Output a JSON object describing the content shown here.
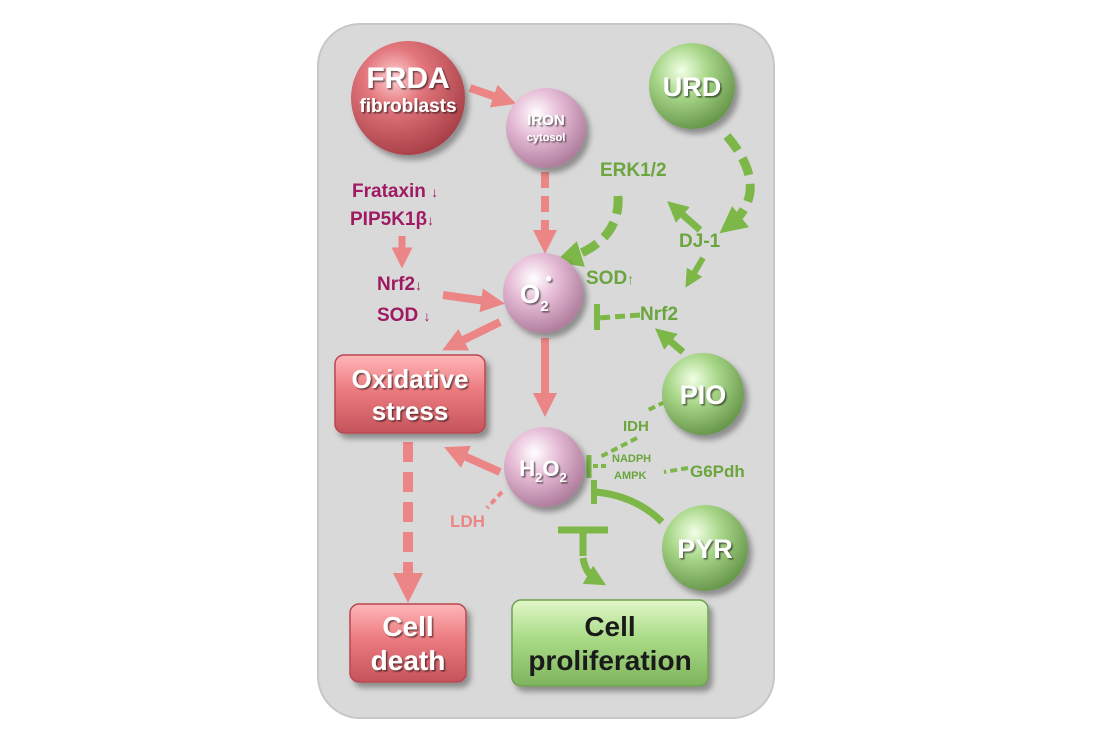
{
  "nodes": {
    "frda": {
      "line1": "FRDA",
      "line2": "fibroblasts"
    },
    "iron": {
      "line1": "IRON",
      "line2": "cytosol"
    },
    "urd": {
      "label": "URD"
    },
    "pio": {
      "label": "PIO"
    },
    "pyr": {
      "label": "PYR"
    },
    "superoxide": {
      "base": "O",
      "sub": "2",
      "sup": "•"
    },
    "peroxide": {
      "part1": "H",
      "sub1": "2",
      "part2": "O",
      "sub2": "2"
    }
  },
  "boxes": {
    "oxidative_stress": {
      "line1": "Oxidative",
      "line2": "stress"
    },
    "cell_death": {
      "line1": "Cell",
      "line2": "death"
    },
    "cell_proliferation": {
      "line1": "Cell",
      "line2": "proliferation"
    }
  },
  "labels": {
    "frataxin": "Frataxin",
    "pip5k1b": "PIP5K1β",
    "nrf2_left": "Nrf2",
    "sod_left": "SOD",
    "erk": "ERK1/2",
    "dj1": "DJ-1",
    "sod_right": "SOD",
    "nrf2_right": "Nrf2",
    "idh": "IDH",
    "nadph": "NADPH",
    "ampk": "AMPK",
    "g6pdh": "G6Pdh",
    "ldh": "LDH",
    "down_arrow": "↓",
    "up_arrow": "↑"
  },
  "colors": {
    "panel": "#d9d9d9",
    "red_node": "#d9636b",
    "pink_node": "#e2b2d0",
    "green_node": "#9fcf7e",
    "red_arrow": "#ec8585",
    "green_arrow": "#7cb748",
    "magenta_text": "#9e1a62",
    "green_text": "#6aa53d"
  }
}
